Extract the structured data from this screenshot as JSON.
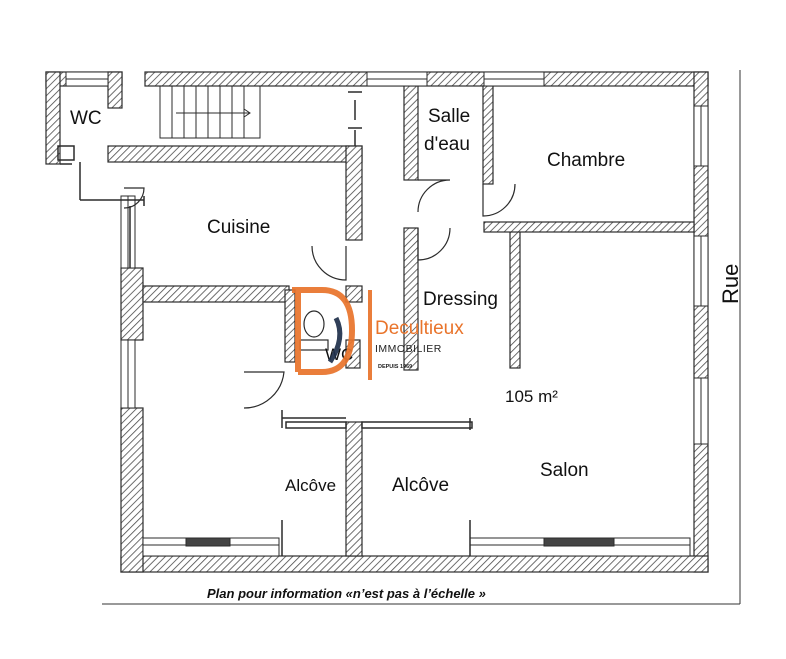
{
  "rooms": {
    "wc_top": "WC",
    "salle_line1": "Salle",
    "salle_line2": "d'eau",
    "chambre": "Chambre",
    "cuisine": "Cuisine",
    "dressing": "Dressing",
    "wc_center": "WC",
    "area": "105 m²",
    "salon": "Salon",
    "alcove_left": "Alcôve",
    "alcove_right": "Alcôve"
  },
  "street_label": "Rue",
  "footer_note": "Plan pour information «n’est pas à l’échelle »",
  "watermark": {
    "brand": "Decultieux",
    "sub": "IMMOBILIER",
    "since": "DEPUIS 1969",
    "monogram": "DI"
  },
  "colors": {
    "wall": "#2b2b2b",
    "hatch": "#555555",
    "brand_orange": "#e9742b",
    "brand_dark": "#1f2f4a"
  }
}
